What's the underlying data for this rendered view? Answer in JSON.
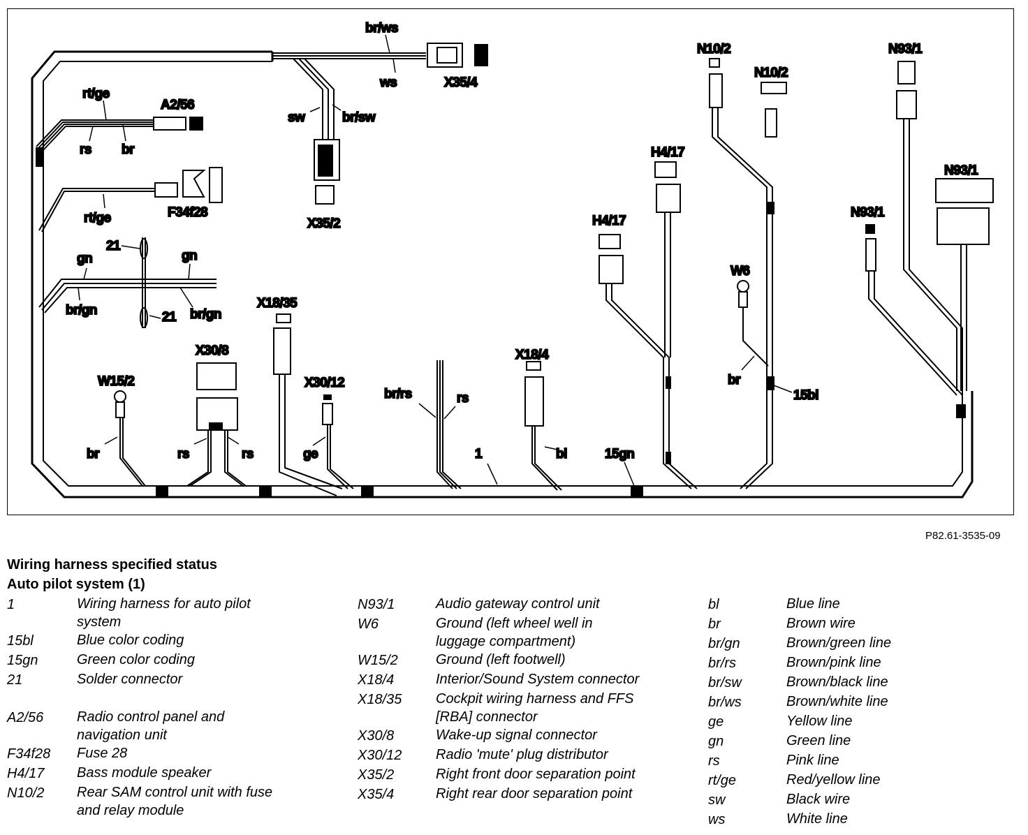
{
  "diagram": {
    "labels": {
      "br_ws": "br/ws",
      "ws": "ws",
      "x35_4": "X35/4",
      "sw": "sw",
      "br_sw": "br/sw",
      "x35_2": "X35/2",
      "rt_ge_1": "rt/ge",
      "a2_56": "A2/56",
      "rs_1": "rs",
      "br_1": "br",
      "rt_ge_2": "rt/ge",
      "f34f28": "F34f28",
      "n21_top": "21",
      "gn_left": "gn",
      "gn_right": "gn",
      "br_gn_left": "br/gn",
      "n21_bottom": "21",
      "br_gn_right": "br/gn",
      "x18_35": "X18/35",
      "x30_8": "X30/8",
      "w15_2": "W15/2",
      "x30_12": "X30/12",
      "br_2": "br",
      "rs_2": "rs",
      "rs_3": "rs",
      "ge": "ge",
      "br_rs": "br/rs",
      "rs_4": "rs",
      "harness_1": "1",
      "x18_4": "X18/4",
      "bl": "bl",
      "n15gn": "15gn",
      "h4_17_a": "H4/17",
      "h4_17_b": "H4/17",
      "n10_2_a": "N10/2",
      "n10_2_b": "N10/2",
      "w6": "W6",
      "br_3": "br",
      "n15bl": "15bl",
      "n93_1_a": "N93/1",
      "n93_1_b": "N93/1",
      "n93_1_c": "N93/1"
    },
    "reference": "P82.61-3535-09"
  },
  "legend": {
    "title": "Wiring harness specified status",
    "subtitle": "Auto pilot system (1)",
    "col1": [
      {
        "code": "1",
        "desc": [
          "Wiring harness for auto pilot",
          "system"
        ]
      },
      {
        "code": "15bl",
        "desc": [
          "Blue color coding"
        ]
      },
      {
        "code": "15gn",
        "desc": [
          "Green color coding"
        ]
      },
      {
        "code": "21",
        "desc": [
          "Solder connector"
        ]
      },
      {
        "code": "A2/56",
        "desc": [
          "Radio control panel and",
          "navigation unit"
        ]
      },
      {
        "code": "F34f28",
        "desc": [
          "Fuse 28"
        ]
      },
      {
        "code": "H4/17",
        "desc": [
          "Bass module speaker"
        ]
      },
      {
        "code": "N10/2",
        "desc": [
          "Rear SAM control unit with fuse",
          "and relay module"
        ]
      }
    ],
    "col2": [
      {
        "code": "N93/1",
        "desc": [
          "Audio gateway control unit"
        ]
      },
      {
        "code": "W6",
        "desc": [
          "Ground (left wheel well in",
          "luggage compartment)"
        ]
      },
      {
        "code": "W15/2",
        "desc": [
          "Ground (left footwell)"
        ]
      },
      {
        "code": "X18/4",
        "desc": [
          "Interior/Sound System connector"
        ]
      },
      {
        "code": "X18/35",
        "desc": [
          "Cockpit wiring harness and FFS",
          "[RBA] connector"
        ]
      },
      {
        "code": "X30/8",
        "desc": [
          "Wake-up signal connector"
        ]
      },
      {
        "code": "X30/12",
        "desc": [
          "Radio 'mute' plug distributor"
        ]
      },
      {
        "code": "X35/2",
        "desc": [
          "Right front door separation point"
        ]
      },
      {
        "code": "X35/4",
        "desc": [
          "Right rear door separation point"
        ]
      }
    ],
    "col3": [
      {
        "code": "bl",
        "desc": [
          "Blue line"
        ]
      },
      {
        "code": "br",
        "desc": [
          "Brown wire"
        ]
      },
      {
        "code": "br/gn",
        "desc": [
          "Brown/green line"
        ]
      },
      {
        "code": "br/rs",
        "desc": [
          "Brown/pink line"
        ]
      },
      {
        "code": "br/sw",
        "desc": [
          "Brown/black line"
        ]
      },
      {
        "code": "br/ws",
        "desc": [
          "Brown/white line"
        ]
      },
      {
        "code": "ge",
        "desc": [
          "Yellow line"
        ]
      },
      {
        "code": "gn",
        "desc": [
          "Green line"
        ]
      },
      {
        "code": "rs",
        "desc": [
          "Pink line"
        ]
      },
      {
        "code": "rt/ge",
        "desc": [
          "Red/yellow line"
        ]
      },
      {
        "code": "sw",
        "desc": [
          "Black wire"
        ]
      },
      {
        "code": "ws",
        "desc": [
          "White line"
        ]
      }
    ]
  }
}
